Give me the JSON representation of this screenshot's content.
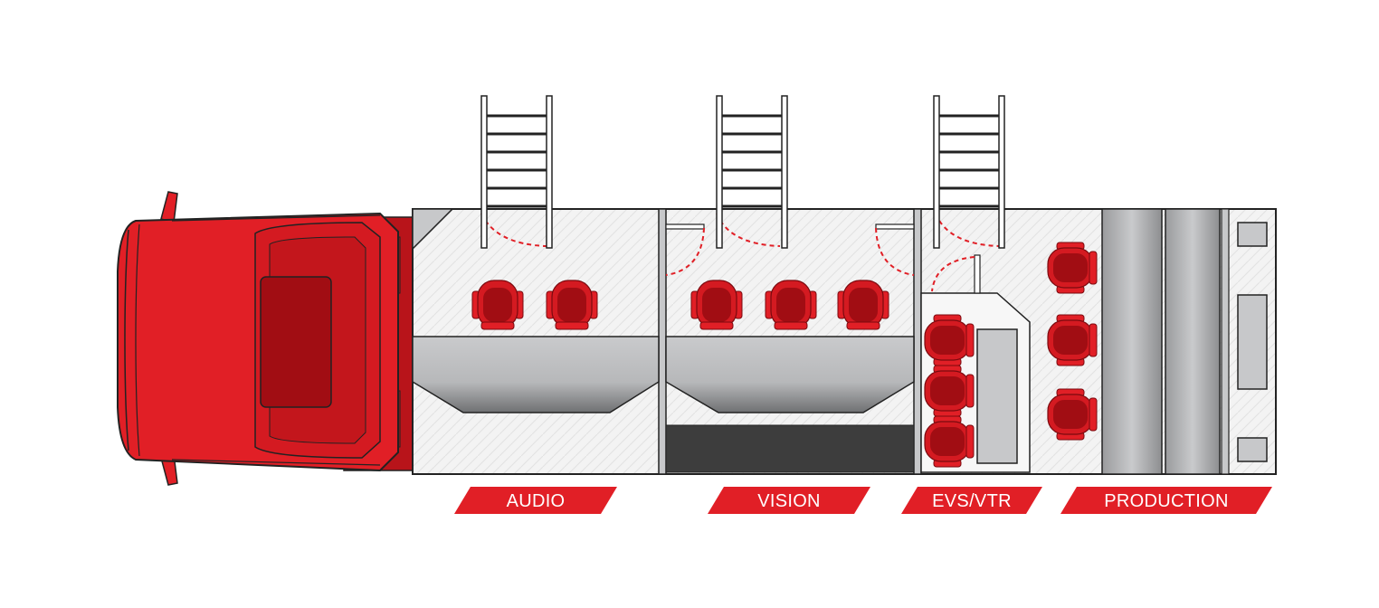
{
  "colors": {
    "accent": "#e11f26",
    "accent_dark": "#a10d13",
    "floor": "#f2f2f2",
    "desk": "#c7c8ca",
    "panel_dark": "#3d3d3d",
    "outline": "#222222"
  },
  "sections": [
    {
      "id": "audio",
      "label": "AUDIO"
    },
    {
      "id": "vision",
      "label": "VISION"
    },
    {
      "id": "evs",
      "label": "EVS/VTR"
    },
    {
      "id": "production",
      "label": "PRODUCTION"
    }
  ],
  "icons": [
    "truck-cab-icon",
    "ladder-icon",
    "door-swing-icon",
    "chair-icon",
    "desk-icon",
    "equipment-rack-icon"
  ]
}
